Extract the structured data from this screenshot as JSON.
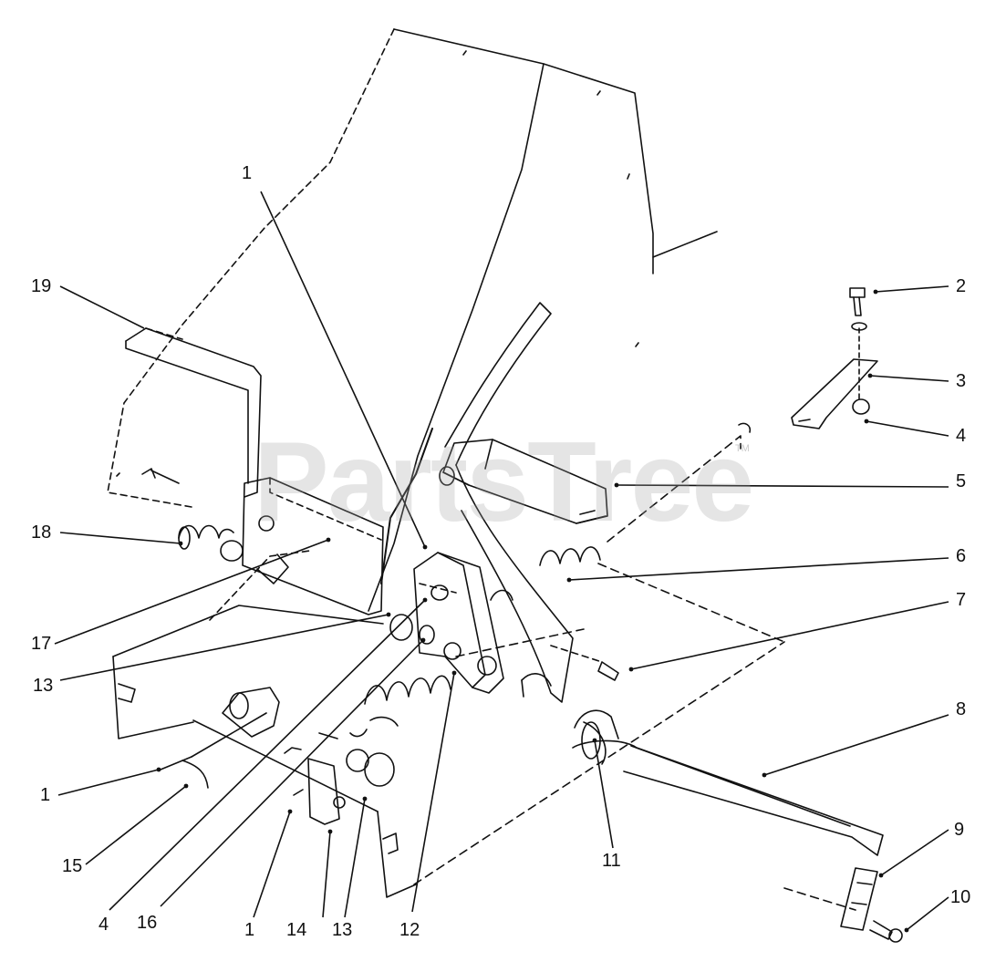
{
  "watermark": {
    "text": "PartsTree",
    "trademark": "TM"
  },
  "callouts": [
    {
      "id": "c1-top",
      "label": "1"
    },
    {
      "id": "c2",
      "label": "2"
    },
    {
      "id": "c3",
      "label": "3"
    },
    {
      "id": "c4-right",
      "label": "4"
    },
    {
      "id": "c5",
      "label": "5"
    },
    {
      "id": "c6",
      "label": "6"
    },
    {
      "id": "c7",
      "label": "7"
    },
    {
      "id": "c8",
      "label": "8"
    },
    {
      "id": "c9",
      "label": "9"
    },
    {
      "id": "c10",
      "label": "10"
    },
    {
      "id": "c11",
      "label": "11"
    },
    {
      "id": "c12",
      "label": "12"
    },
    {
      "id": "c13-bottom",
      "label": "13"
    },
    {
      "id": "c14",
      "label": "14"
    },
    {
      "id": "c1-bottom",
      "label": "1"
    },
    {
      "id": "c16",
      "label": "16"
    },
    {
      "id": "c4-bottom",
      "label": "4"
    },
    {
      "id": "c15",
      "label": "15"
    },
    {
      "id": "c1-left",
      "label": "1"
    },
    {
      "id": "c13-left",
      "label": "13"
    },
    {
      "id": "c17",
      "label": "17"
    },
    {
      "id": "c18",
      "label": "18"
    },
    {
      "id": "c19",
      "label": "19"
    }
  ],
  "colors": {
    "ink": "#111111",
    "paper": "#ffffff",
    "watermark": "#a0a0a0"
  }
}
